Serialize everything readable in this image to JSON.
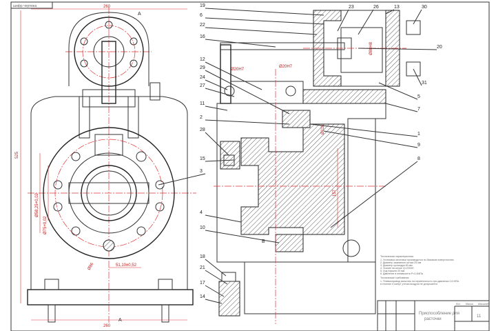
{
  "sheet": {
    "code_box": "шифр чертежа",
    "title": [
      "Приспособление для",
      "расточки"
    ],
    "sheet_number": "11",
    "title_headers": [
      "Лит.",
      "Масса",
      "Масштаб"
    ]
  },
  "dimensions": {
    "top_width": "260",
    "bottom_width": "260",
    "height": "525",
    "dia_bore": "Ø58,25+0,02",
    "dia_mid": "Ø75+0,02",
    "dia_low": "Ø86",
    "offset": "51,10±0,52",
    "section_a": "А",
    "section_b": "В",
    "dia_157": "157",
    "dia_118": "Ø118",
    "dia_20a": "Ø20H7",
    "dia_20b": "Ø20H7",
    "dia_80": "Ø80H8"
  },
  "callouts_left": [
    "19",
    "6",
    "22",
    "16",
    "12",
    "29",
    "24",
    "27",
    "11",
    "2",
    "28",
    "15",
    "3",
    "4",
    "10",
    "18",
    "21",
    "17",
    "14"
  ],
  "callouts_right": [
    "23",
    "26",
    "13",
    "30",
    "20",
    "31",
    "5",
    "7",
    "1",
    "9",
    "8"
  ],
  "notes": {
    "heading1": "Техническая характеристика",
    "lines1": [
      "1. Установка заготовки производится по базовым поверхностям",
      "2. Диаметр зажимного штока 25 мм",
      "3. Диаметр цилиндра 80 мм",
      "4. Усилие на штоке Q=2200Н",
      "5. Ход поршня 20 мм",
      "6. Давление в пневмосети P=0,4МПа"
    ],
    "heading2": "Технические требования",
    "lines2": [
      "1. Пневмопривод испытать на герметичность при давлении 0,6 МПа",
      "в течение 5 минут, утечка воздуха не допускается"
    ]
  },
  "colors": {
    "centerline": "#e03030",
    "outline": "#222222"
  }
}
